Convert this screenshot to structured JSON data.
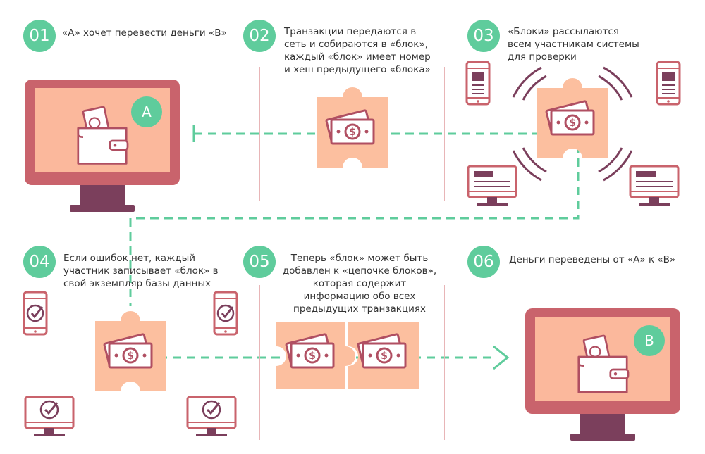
{
  "steps": [
    {
      "num": "01",
      "text": "«А» хочет перевести деньги «В»"
    },
    {
      "num": "02",
      "text": "Транзакции передаются в сеть и собираются в «блок», каждый «блок» имеет номер и хеш предыдущего «блока»"
    },
    {
      "num": "03",
      "text": "«Блоки» рассылаются всем участникам системы для проверки"
    },
    {
      "num": "04",
      "text": "Если ошибок нет, каждый участник записывает «блок» в свой экземпляр базы данных"
    },
    {
      "num": "05",
      "text": "Теперь «блок» может быть добавлен к «цепочке блоков», которая содержит информацию обо всех предыдущих транзакциях"
    },
    {
      "num": "06",
      "text": "Деньги переведены от «А» к «В»"
    }
  ],
  "badges": {
    "sender": "A",
    "receiver": "B"
  },
  "icons": [
    "monitor-icon",
    "wallet-icon",
    "banknote-icon",
    "puzzle-block-icon",
    "smartphone-icon",
    "laptop-icon",
    "checkmark-icon",
    "signal-waves-icon",
    "arrow-right-icon"
  ],
  "colors": {
    "green": "#5fcc9c",
    "monitor_frame": "#c9636c",
    "monitor_screen": "#fbb89c",
    "stand": "#7b3f5c",
    "block": "#fcbf9f",
    "line": "#b04f62"
  }
}
